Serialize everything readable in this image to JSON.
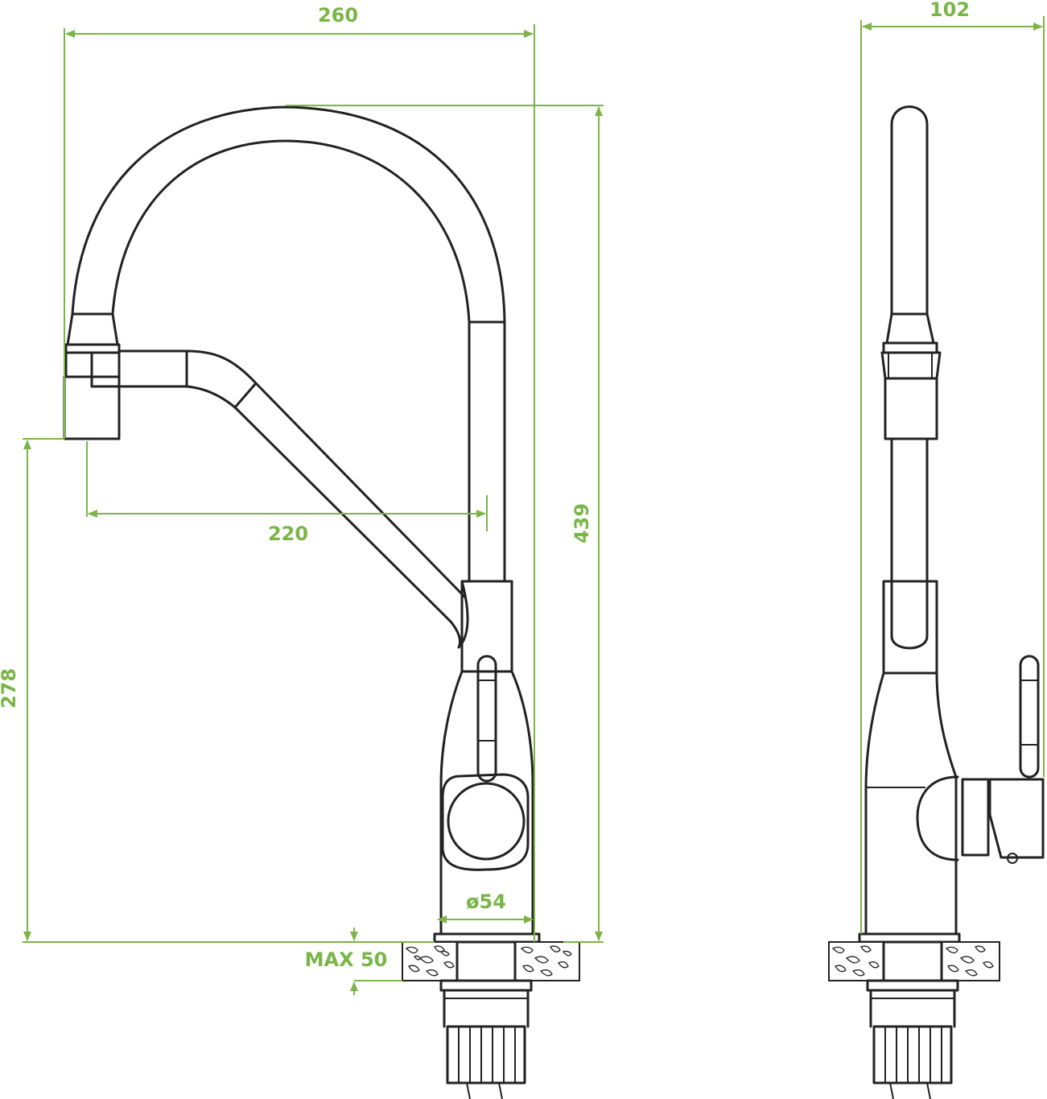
{
  "dimensions": {
    "spout_reach": "260",
    "side_depth": "102",
    "swivel_reach": "220",
    "total_height": "439",
    "outlet_height": "278",
    "base_diameter": "ø54",
    "max_countertop": "MAX 50"
  },
  "colors": {
    "dimension": "#7ab547",
    "outline": "#222222",
    "background": "#ffffff"
  }
}
